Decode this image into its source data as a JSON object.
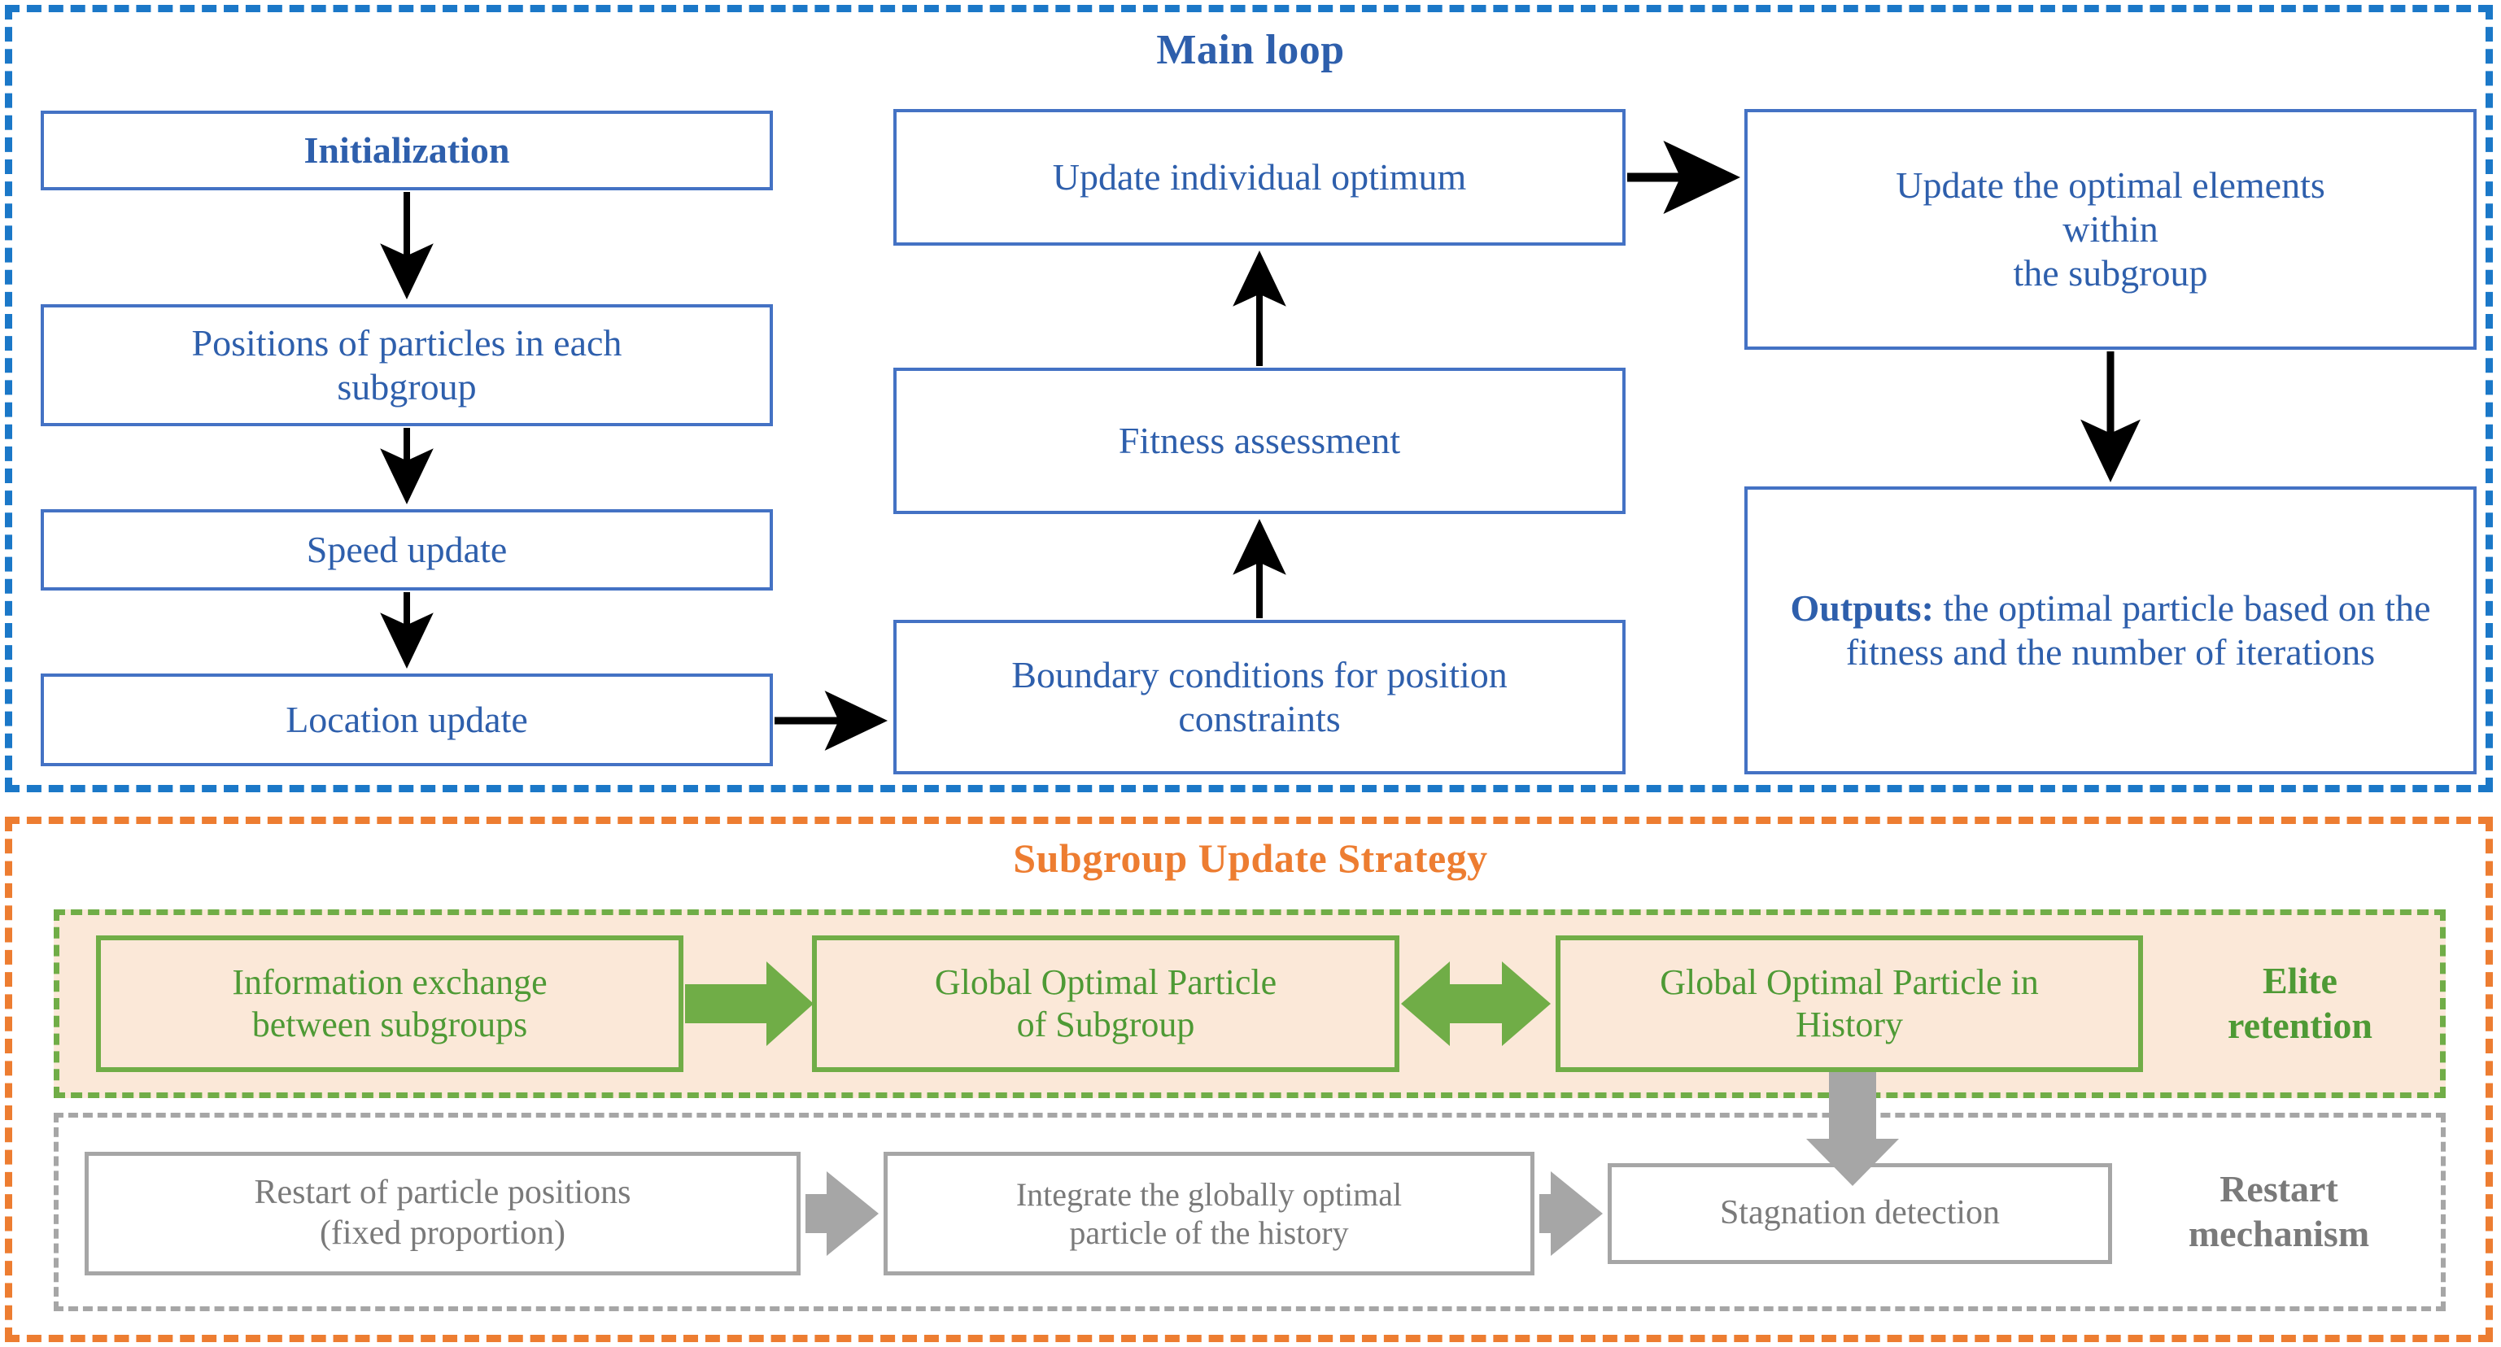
{
  "diagram": {
    "sections": {
      "main_loop": {
        "title": "Main loop",
        "border_color": "#1B78C8"
      },
      "subgroup": {
        "title": "Subgroup Update Strategy",
        "border_color": "#ED7D31"
      },
      "elite": {
        "label_line1": "Elite",
        "label_line2": "retention",
        "border_color": "#70AD47",
        "fill": "#FBE8D8"
      },
      "restart": {
        "label_line1": "Restart",
        "label_line2": "mechanism",
        "border_color": "#A6A6A6"
      }
    },
    "nodes": {
      "initialization": "Initialization",
      "positions": "Positions of particles in each\nsubgroup",
      "speed_update": "Speed update",
      "location_update": "Location update",
      "boundary": "Boundary conditions for position\nconstraints",
      "fitness": "Fitness assessment",
      "update_individual": "Update individual optimum",
      "update_optimal_subgroup": "Update the optimal elements\nwithin\nthe subgroup",
      "outputs_bold": "Outputs:",
      "outputs_rest": " the optimal particle based on the fitness and the number of iterations",
      "info_exchange": "Information exchange\nbetween subgroups",
      "gop_subgroup": "Global Optimal Particle\nof Subgroup",
      "gop_history": "Global Optimal Particle in\nHistory",
      "stagnation": "Stagnation detection",
      "integrate": "Integrate the globally optimal\nparticle of the history",
      "restart_positions": "Restart of particle positions\n(fixed proportion)"
    },
    "edges": [
      {
        "from": "initialization",
        "to": "positions",
        "dir": "down",
        "color": "#000000"
      },
      {
        "from": "positions",
        "to": "speed_update",
        "dir": "down",
        "color": "#000000"
      },
      {
        "from": "speed_update",
        "to": "location_update",
        "dir": "down",
        "color": "#000000"
      },
      {
        "from": "location_update",
        "to": "boundary",
        "dir": "right",
        "color": "#000000"
      },
      {
        "from": "boundary",
        "to": "fitness",
        "dir": "up",
        "color": "#000000"
      },
      {
        "from": "fitness",
        "to": "update_individual",
        "dir": "up",
        "color": "#000000"
      },
      {
        "from": "update_individual",
        "to": "update_optimal_subgroup",
        "dir": "right",
        "color": "#000000"
      },
      {
        "from": "update_optimal_subgroup",
        "to": "outputs",
        "dir": "down",
        "color": "#000000"
      },
      {
        "from": "info_exchange",
        "to": "gop_subgroup",
        "dir": "right",
        "color": "#70AD47"
      },
      {
        "from": "gop_subgroup",
        "to": "gop_history",
        "dir": "both",
        "color": "#70AD47"
      },
      {
        "from": "gop_history",
        "to": "stagnation",
        "dir": "down",
        "color": "#A6A6A6"
      },
      {
        "from": "stagnation",
        "to": "integrate",
        "dir": "left",
        "color": "#A6A6A6"
      },
      {
        "from": "integrate",
        "to": "restart_positions",
        "dir": "left",
        "color": "#A6A6A6"
      }
    ],
    "colors": {
      "blue_border": "#4472C4",
      "blue_text": "#2E5FAC",
      "blue_dash": "#1B78C8",
      "orange": "#ED7D31",
      "green": "#70AD47",
      "green_text": "#4E9A35",
      "gray": "#A6A6A6",
      "gray_text": "#7A7A7A",
      "peach_fill": "#FBE8D8"
    }
  }
}
